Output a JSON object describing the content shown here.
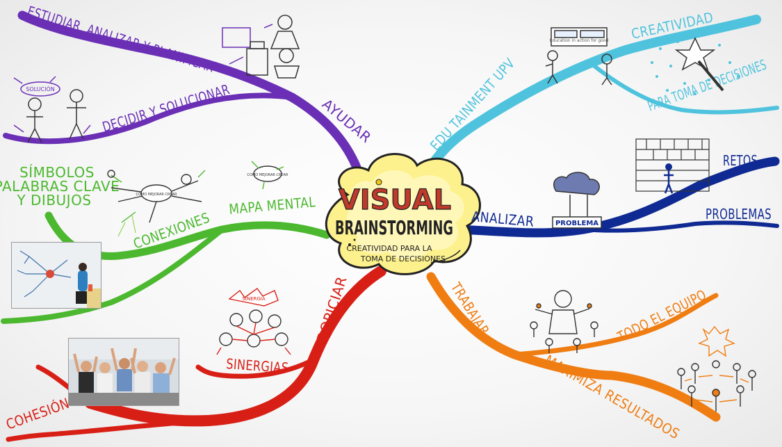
{
  "center": {
    "title_line1": "VISUAL",
    "title_line2": "BRAINSTORMING",
    "subtitle_line1": "CREATIVIDAD PARA LA",
    "subtitle_line2": "TOMA DE DECISIONES"
  },
  "branches": {
    "purple": {
      "color": "#6a2fb5",
      "main": "AYUDAR",
      "sub1": "ESTUDIAR, ANALIZAR Y PLANIFICAR",
      "sub2": "DECIDIR Y SOLUCIONAR",
      "sketch_note": "SOLUCIÓN"
    },
    "cyan": {
      "color": "#4fc3dd",
      "main": "EDU TAINMENT UPV",
      "sub1": "CREATIVIDAD",
      "sub2": "PARA TOMA DE DECISIONES",
      "banner_text": "Education in action for good"
    },
    "blue": {
      "color": "#0f2a93",
      "main": "ANALIZAR",
      "sub1": "RETOS",
      "sub2": "PROBLEMAS",
      "sign_text": "PROBLEMA"
    },
    "green": {
      "color": "#4cb82f",
      "main": "MAPA MENTAL",
      "sub1": "CONEXIONES",
      "sub2_line1": "SÍMBOLOS",
      "sub2_line2": "PALABRAS CLAVE",
      "sub2_line3": "Y DIBUJOS",
      "bubble": "COMO MEJORAR CREAR"
    },
    "red": {
      "color": "#d81f16",
      "main": "PROPICIAR",
      "sub1": "SINERGIAS",
      "sub2": "COHESIÓN",
      "burst": "SINERGIA"
    },
    "orange": {
      "color": "#ef7d12",
      "main": "TRABAJAR",
      "sub1": "TODO EL EQUIPO",
      "sub2": "MAXIMIZA RESULTADOS"
    }
  }
}
